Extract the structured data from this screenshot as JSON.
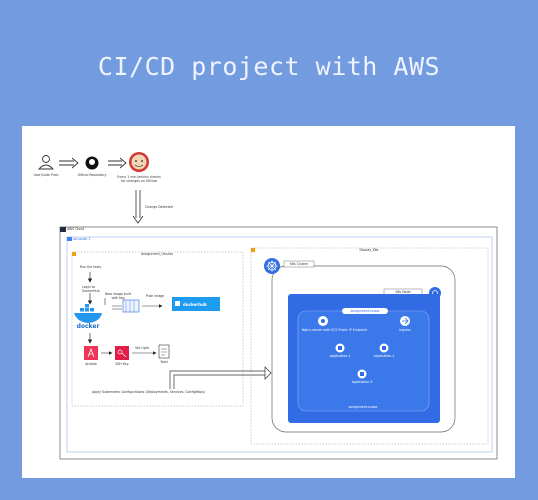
{
  "page_title": "CI/CD project with AWS",
  "diagram": {
    "flow": {
      "user_label": "User/Code Push",
      "repo_label": "Github Repository",
      "jenkins_label_line1": "Every 1 min Jenkins checks",
      "jenkins_label_line2": "for changes on GitHub",
      "change_label": "Change Detected"
    },
    "aws": {
      "cloud_label": "AWS Cloud",
      "vpc_label": "ap-south-1",
      "left_box_label": "Assignment_Ubuntu",
      "right_box_label": "Display_K8s",
      "run_label": "Run the tests",
      "login_label_line1": "Login to",
      "login_label_line2": "DockerHub",
      "build_label_line1": "New image built",
      "build_label_line2": "with tag",
      "push_label": "Push image",
      "docker_label": "docker",
      "dockerhub_label": "dockerhub",
      "ansible_label": "Ansible",
      "ssh_label": "SSH Key",
      "deploy_label": "Set right",
      "yaml_label": "Yaml",
      "apply_label": "Apply Kubernetes Configurations (Deployments, Services, ConfigMaps)"
    },
    "k8s": {
      "cluster_label": "K8s Cluster",
      "node_label": "K8s Node",
      "namespace_label": "assignment-scope",
      "services_label": "Nginx server with ECS Public IP Endpoint",
      "ingress_label": "Ingress",
      "pod1_label": "application-1",
      "pod2_label": "application-2",
      "pod3_label": "application-3",
      "bottom_label": "assignment-scope"
    }
  },
  "colors": {
    "background": "#739ce0",
    "k8s_blue": "#326ce5",
    "ansible_red": "#ee3557",
    "dockerhub_blue": "#1d9bf0"
  }
}
